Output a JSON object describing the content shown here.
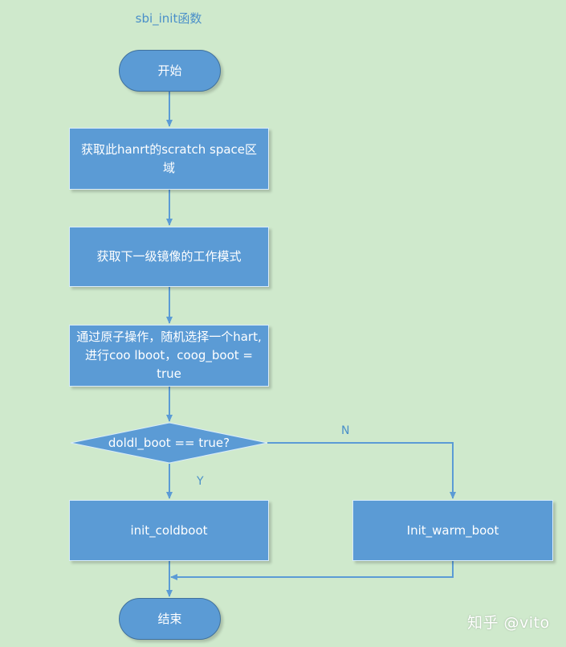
{
  "title": "sbi_init函数",
  "nodes": {
    "start": "开始",
    "step1": "获取此hanrt的scratch space区域",
    "step2": "获取下一级镜像的工作模式",
    "step3": "通过原子操作，随机选择一个hart,进行coo lboot，coog_boot = true",
    "decision": "doldl_boot == true?",
    "coldboot": "init_coldboot",
    "warmboot": "Init_warm_boot",
    "end": "结束"
  },
  "branches": {
    "yes": "Y",
    "no": "N"
  },
  "watermark": "知乎 @vito",
  "colors": {
    "background": "#cfe9cc",
    "node_fill": "#5b9bd5",
    "connector": "#5b9bd5",
    "label_text": "#4a8fc9"
  }
}
